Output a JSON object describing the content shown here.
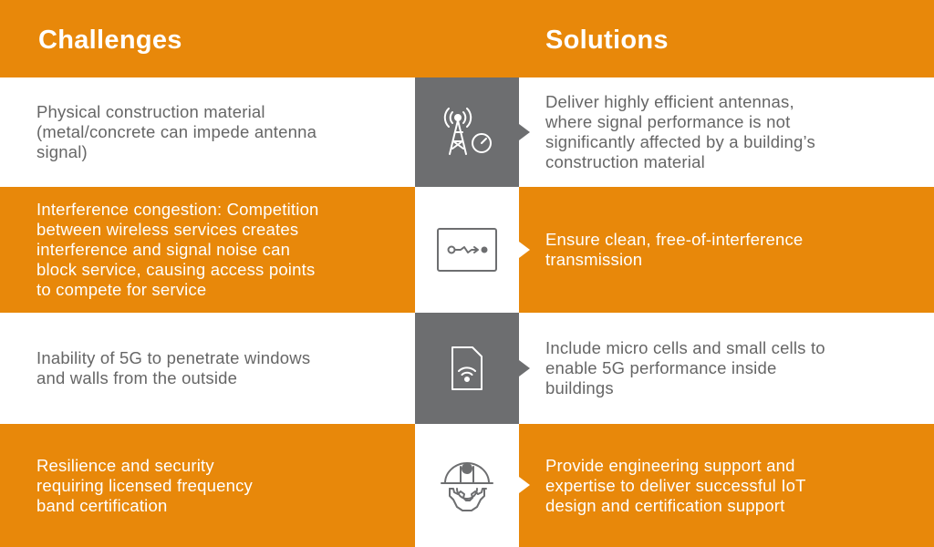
{
  "header": {
    "challenges_title": "Challenges",
    "solutions_title": "Solutions"
  },
  "colors": {
    "orange": "#E8880A",
    "gray": "#6D6E70",
    "white": "#ffffff",
    "dark_text": "#666666"
  },
  "rows": [
    {
      "challenge": "Physical construction material\n(metal/concrete can impede antenna\nsignal)",
      "solution": "Deliver highly efficient antennas,\nwhere signal performance is not\nsignificantly affected by a building’s\nconstruction material",
      "icon": "antenna-tower-gauge-icon"
    },
    {
      "challenge": "Interference congestion: Competition\nbetween wireless services creates\ninterference and signal noise can\nblock service, causing access points\nto compete for service",
      "solution": "Ensure clean, free-of-interference\ntransmission",
      "icon": "signal-transmission-icon"
    },
    {
      "challenge": "Inability of 5G to penetrate windows\nand walls from the outside",
      "solution": "Include micro cells and small cells to\nenable 5G performance inside\nbuildings",
      "icon": "sim-wifi-icon"
    },
    {
      "challenge": "Resilience and security\nrequiring licensed frequency\nband certification",
      "solution": "Provide engineering support and\nexpertise to deliver successful IoT\ndesign and certification support",
      "icon": "engineer-helmet-gear-icon"
    }
  ]
}
